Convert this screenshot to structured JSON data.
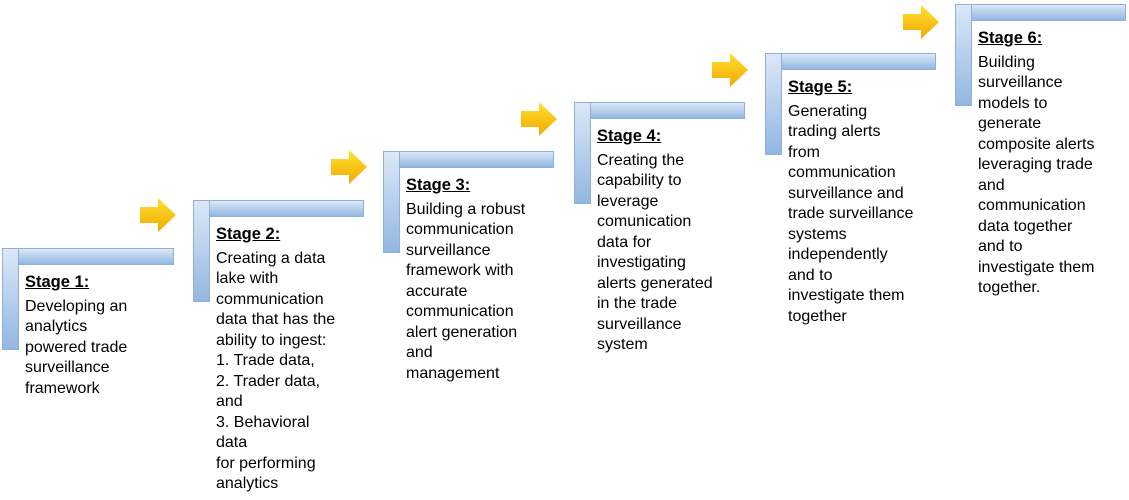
{
  "diagram": {
    "colors": {
      "bracket": "#a8c6ea",
      "bracket_border": "#8fb0d8",
      "arrow_top": "#ffe033",
      "arrow_bottom": "#f2a900",
      "text": "#000000"
    },
    "arrow_icon": "right-arrow-icon",
    "stages": [
      {
        "title": "Stage 1:",
        "lines": "Developing an\nanalytics\npowered trade\nsurveillance\nframework"
      },
      {
        "title": "Stage 2:",
        "lines": "Creating a data\nlake with\ncommunication\ndata that has the\nability to ingest:\n1. Trade data,\n2. Trader data,\nand\n3. Behavioral\ndata\nfor performing\nanalytics"
      },
      {
        "title": "Stage 3:",
        "lines": "Building a robust\ncommunication\nsurveillance\nframework with\naccurate\ncommunication\nalert generation\nand\nmanagement"
      },
      {
        "title": "Stage 4:",
        "lines": "Creating the\ncapability to\nleverage\ncomunication\ndata for\ninvestigating\nalerts generated\nin the trade\nsurveillance\nsystem"
      },
      {
        "title": "Stage 5:",
        "lines": "Generating\ntrading alerts\nfrom\ncommunication\nsurveillance and\ntrade surveillance\nsystems\nindependently\nand to\ninvestigate them\ntogether"
      },
      {
        "title": "Stage 6:",
        "lines": "Building\nsurveillance\nmodels to\ngenerate\ncomposite alerts\nleveraging trade\nand\ncommunication\ndata together\nand  to\ninvestigate them\ntogether."
      }
    ]
  }
}
